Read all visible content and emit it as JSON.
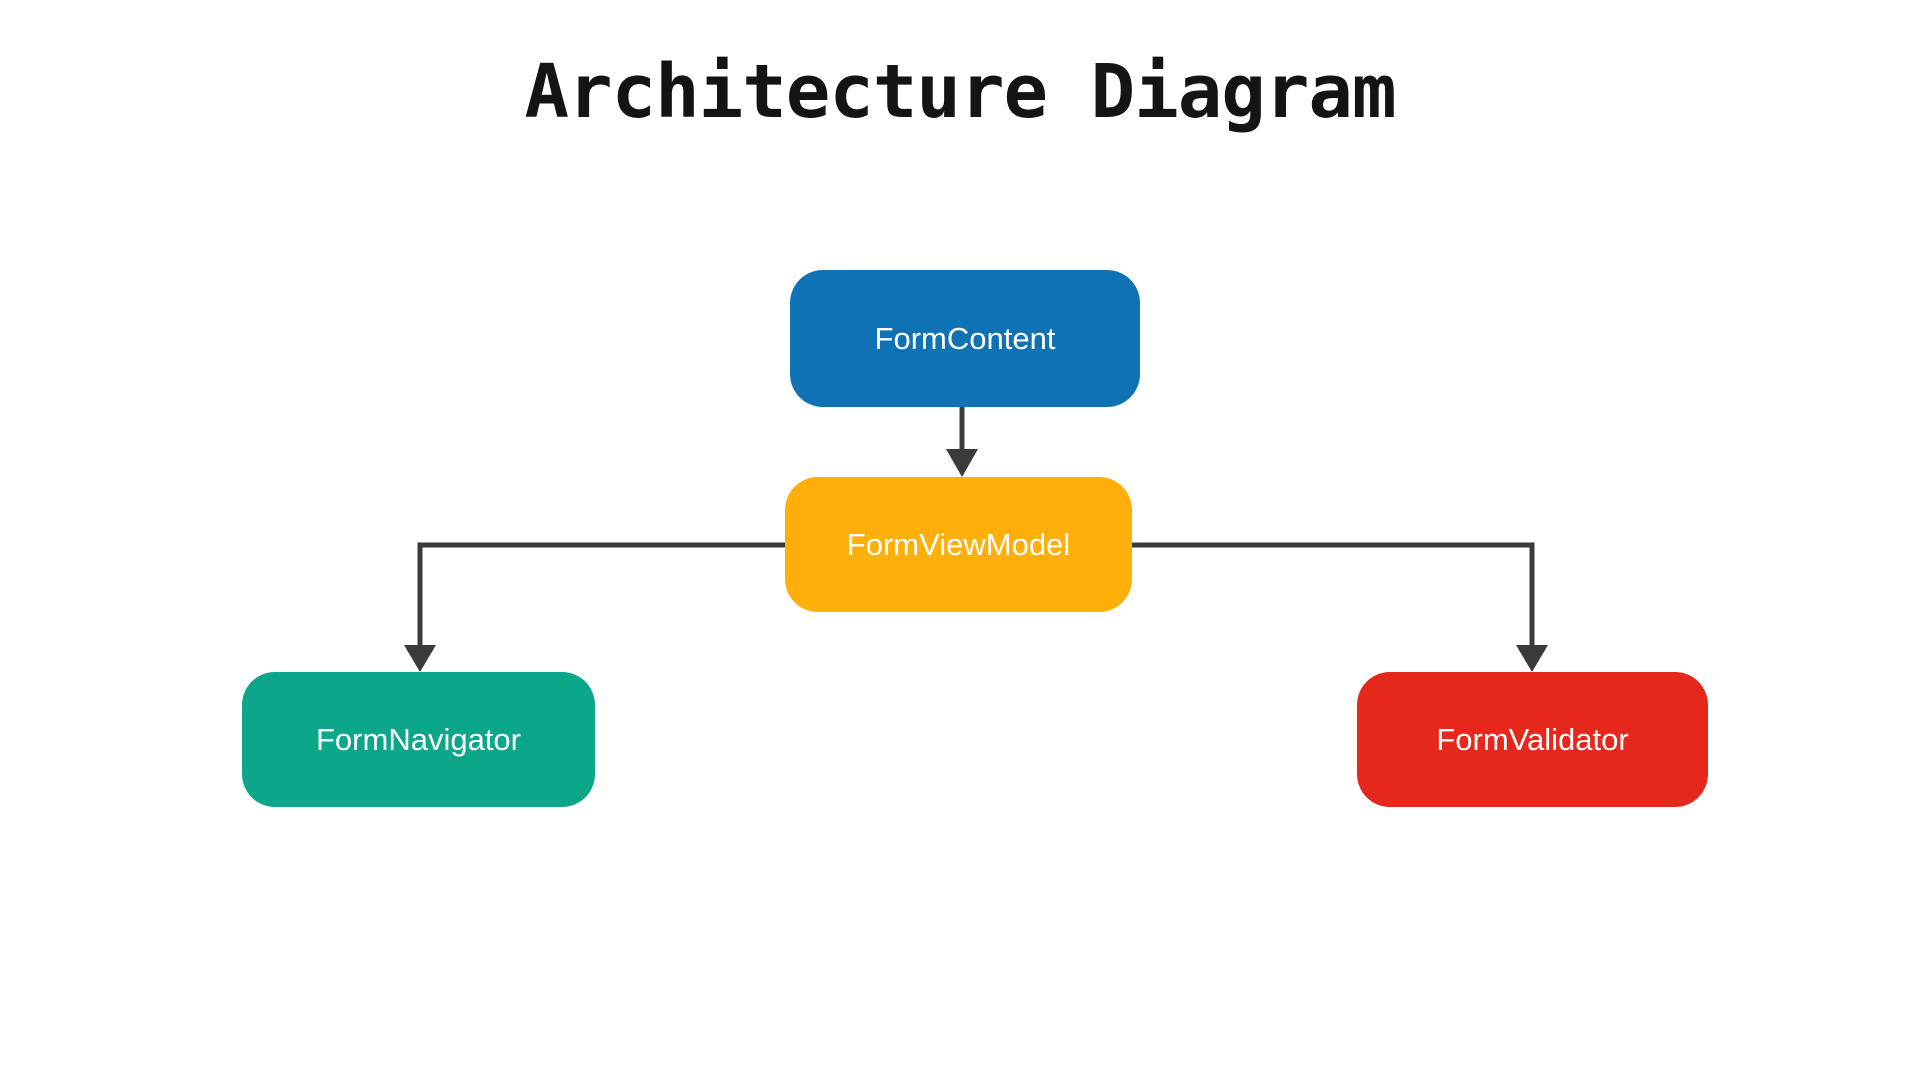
{
  "title": "Architecture Diagram",
  "colors": {
    "background": "#ffffff",
    "title_text": "#141414",
    "connector": "#3b3b3b",
    "node_text": "#ffffff"
  },
  "diagram": {
    "nodes": [
      {
        "id": "form-content",
        "label": "FormContent",
        "color": "#0e72b5"
      },
      {
        "id": "form-view-model",
        "label": "FormViewModel",
        "color": "#ffaf0a"
      },
      {
        "id": "form-navigator",
        "label": "FormNavigator",
        "color": "#0ca68a"
      },
      {
        "id": "form-validator",
        "label": "FormValidator",
        "color": "#e5271c"
      }
    ],
    "edges": [
      {
        "from": "FormContent",
        "to": "FormViewModel"
      },
      {
        "from": "FormViewModel",
        "to": "FormNavigator"
      },
      {
        "from": "FormViewModel",
        "to": "FormValidator"
      }
    ]
  }
}
